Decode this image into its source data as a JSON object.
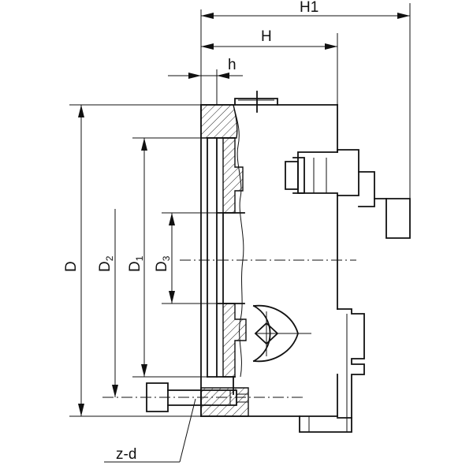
{
  "labels": {
    "H1": "H1",
    "H": "H",
    "h": "h",
    "D": "D",
    "D2_main": "D",
    "D2_sub": "2",
    "D1_main": "D",
    "D1_sub": "1",
    "D3_main": "D",
    "D3_sub": "3",
    "zd": "z-d"
  }
}
